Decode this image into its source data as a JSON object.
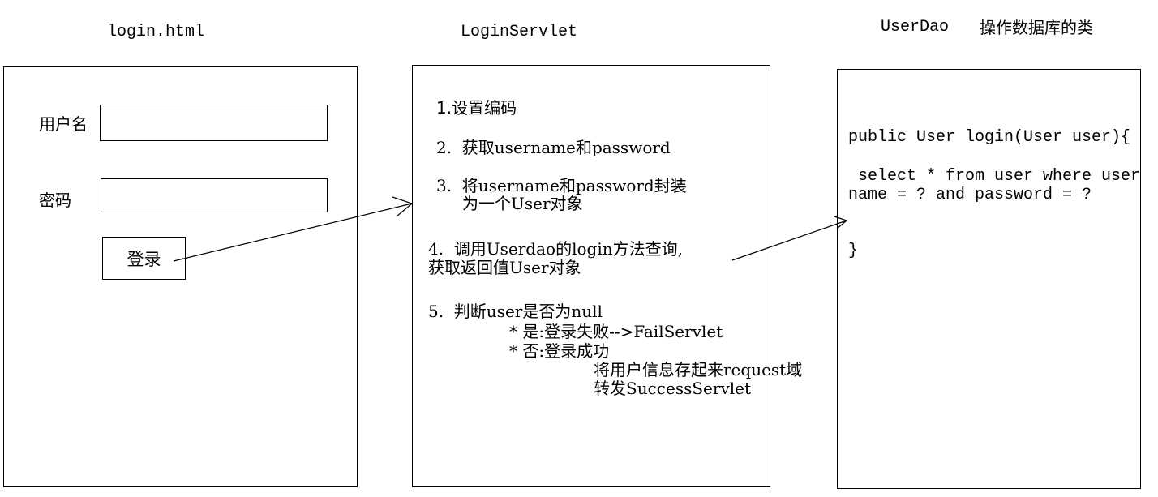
{
  "columns": {
    "login": {
      "title": "login.html"
    },
    "servlet": {
      "title": "LoginServlet"
    },
    "dao": {
      "title": "UserDao",
      "subtitle": "操作数据库的类"
    }
  },
  "login_form": {
    "username_label": "用户名",
    "password_label": "密码",
    "login_button": "登录"
  },
  "servlet_steps": {
    "step1": "1.设置编码",
    "step2": "2.  获取username和password",
    "step3_line1": "3.  将username和password封装",
    "step3_line2": "为一个User对象",
    "step4_line1": "4.  调用Userdao的login方法查询,",
    "step4_line2": "获取返回值User对象",
    "step5": "5.  判断user是否为null",
    "step5_yes": "* 是:登录失败-->FailServlet",
    "step5_no": "* 否:登录成功",
    "step5_no_detail1": "将用户信息存起来request域",
    "step5_no_detail2": "转发SuccessServlet"
  },
  "dao_code": {
    "signature": "public User login(User user){",
    "query_line1": " select * from user where user",
    "query_line2": "name = ? and password = ?",
    "close_brace": "}"
  }
}
